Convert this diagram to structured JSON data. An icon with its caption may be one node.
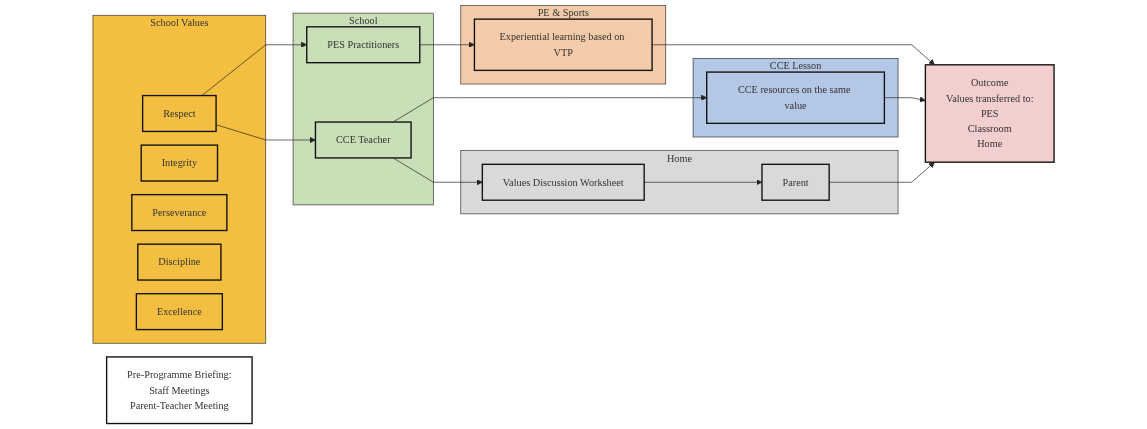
{
  "diagram": {
    "nodes": [
      {
        "text": [
          "Pre-Programme Briefing:",
          "Staff Meetings",
          "Parent-Teacher Meeting"
        ]
      },
      {
        "text": [
          "School Values"
        ]
      },
      {
        "text": [
          "Respect"
        ],
        "in": 1
      },
      {
        "text": [
          "Integrity"
        ],
        "in": 1
      },
      {
        "text": [
          "Perseverance"
        ],
        "in": 1
      },
      {
        "text": [
          "Discipline"
        ],
        "in": 1
      },
      {
        "text": [
          "Excellence"
        ],
        "in": 1
      },
      {
        "text": [
          "School"
        ]
      },
      {
        "text": [
          "PES Practitioners"
        ],
        "in": 7
      },
      {
        "text": [
          "CCE Teacher"
        ],
        "in": 7
      },
      {
        "text": [
          "PE & Sports"
        ]
      },
      {
        "text": [
          "Experiential learning based on VTP"
        ],
        "in": 10
      },
      {
        "text": [
          "CCE Lesson"
        ]
      },
      {
        "text": [
          "CCE resources on the same value"
        ],
        "in": 12
      },
      {
        "text": [
          "Home"
        ]
      },
      {
        "text": [
          "Values Discussion Worksheet"
        ],
        "in": 14
      },
      {
        "text": [
          "Parent"
        ],
        "in": 14
      },
      {
        "text": [
          "Outcome",
          "Values transferred to:",
          "PES",
          "Classroom",
          "Home"
        ]
      }
    ],
    "edges": [
      {
        "from": 2,
        "to": 8,
        "arrow": "to"
      },
      {
        "from": 2,
        "to": 9,
        "arrow": "to"
      },
      {
        "from": 8,
        "to": 11,
        "arrow": "to"
      },
      {
        "from": 9,
        "to": 13,
        "arrow": "to"
      },
      {
        "from": 9,
        "to": 15,
        "arrow": "to"
      },
      {
        "from": 11,
        "to": 17,
        "arrow": "to"
      },
      {
        "from": 13,
        "to": 17,
        "arrow": "to"
      },
      {
        "from": 15,
        "to": 16,
        "arrow": "to"
      },
      {
        "from": 16,
        "to": 17,
        "arrow": "to"
      }
    ]
  }
}
